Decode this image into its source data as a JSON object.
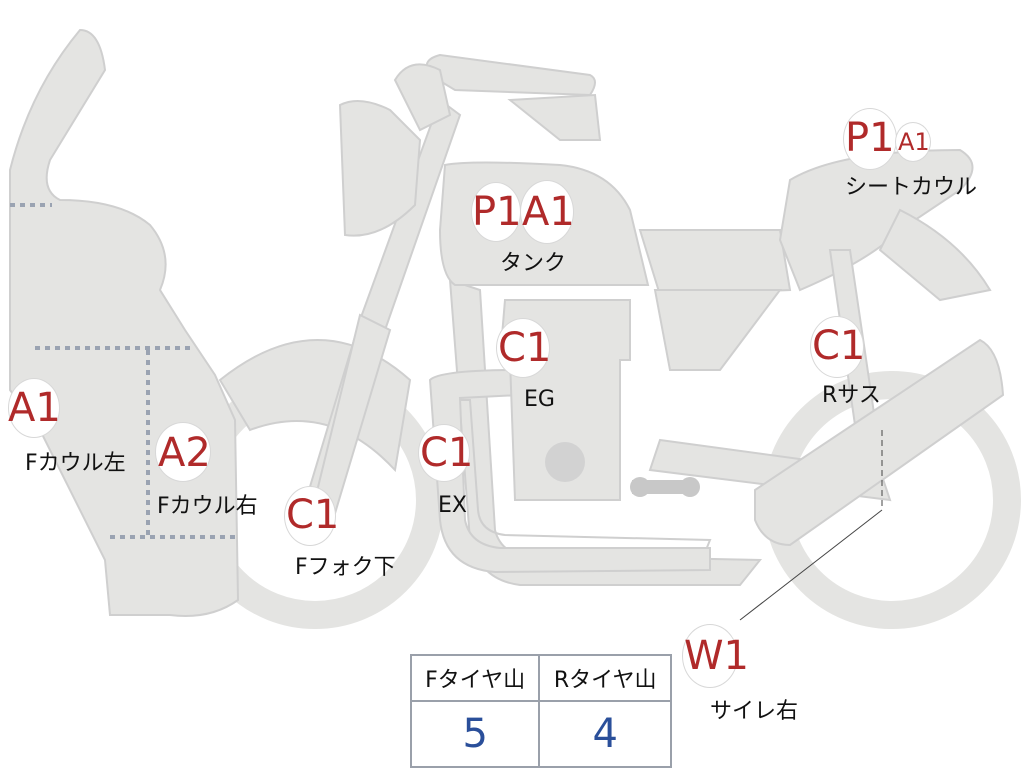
{
  "labels": {
    "f_cowl_left": {
      "code": "A1",
      "name": "Fカウル左"
    },
    "f_cowl_right": {
      "code": "A2",
      "name": "Fカウル右"
    },
    "f_fork_lower": {
      "code": "C1",
      "name": "Fフォク下"
    },
    "tank": {
      "codes": [
        "P1",
        "A1"
      ],
      "name": "タンク"
    },
    "engine": {
      "code": "C1",
      "name": "EG"
    },
    "exhaust": {
      "code": "C1",
      "name": "EX"
    },
    "seat_cowl": {
      "codes": [
        "P1",
        "A1"
      ],
      "name": "シートカウル"
    },
    "r_suspension": {
      "code": "C1",
      "name": "Rサス"
    },
    "silencer_right": {
      "code": "W1",
      "name": "サイレ右"
    }
  },
  "tire_table": {
    "headers": [
      "Fタイヤ山",
      "Rタイヤ山"
    ],
    "values": [
      "5",
      "4"
    ]
  },
  "colors": {
    "code_text": "#b02a2a",
    "value_text": "#2a4f9a",
    "part_fill": "#e4e4e2",
    "part_stroke": "#c9c9c9",
    "table_border": "#9aa0aa"
  }
}
